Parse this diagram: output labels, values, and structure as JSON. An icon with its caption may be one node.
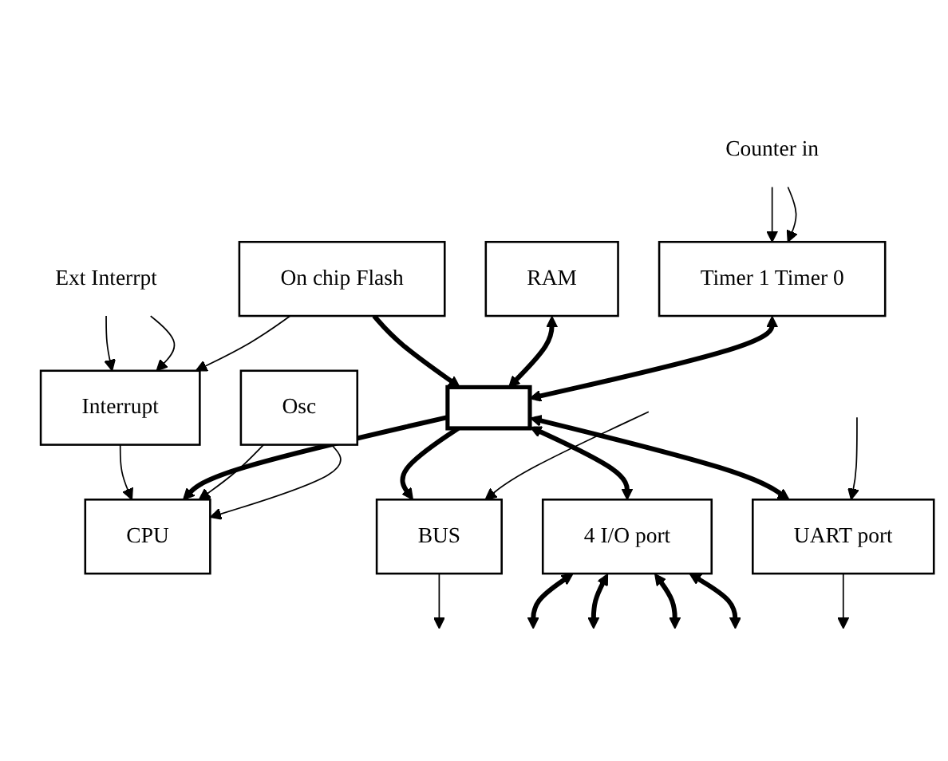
{
  "diagram": {
    "nodes": [
      {
        "text": [
          "Ext Interrpt"
        ]
      },
      {
        "text": [
          "Interrupt"
        ]
      },
      {
        "text": [
          "On chip Flash"
        ]
      },
      {
        "text": [
          "RAM"
        ]
      },
      {
        "text": [
          "Counter in"
        ]
      },
      {
        "text": [
          "Timer 1 Timer 0"
        ]
      },
      {
        "text": [
          "CPU"
        ]
      },
      {
        "text": [],
        "shape": "bar"
      },
      {
        "text": [
          "Osc"
        ]
      },
      {
        "text": [
          "BUS"
        ]
      },
      {
        "text": [
          "4 I/O port"
        ]
      },
      {
        "text": [
          "UART port"
        ]
      }
    ],
    "edges": [
      {
        "from": 0,
        "to": 1,
        "arrow": "to"
      },
      {
        "from": 0,
        "to": 1,
        "arrow": "to"
      },
      {
        "from": 4,
        "to": 5,
        "arrow": "to"
      },
      {
        "from": 4,
        "to": 5,
        "arrow": "to"
      },
      {
        "from": 2,
        "to": 1,
        "arrow": "to"
      },
      {
        "from": 1,
        "to": 6,
        "arrow": "to"
      },
      {
        "from": 2,
        "to": 7,
        "arrow": "to",
        "style": "thick"
      },
      {
        "from": 3,
        "to": 7,
        "arrow": "both",
        "style": "thick"
      },
      {
        "from": 5,
        "to": 7,
        "arrow": "both",
        "style": "thick"
      },
      {
        "from": 7,
        "to": 6,
        "arrow": "to",
        "style": "thick"
      },
      {
        "from": 8,
        "to": 6,
        "arrow": "to"
      },
      {
        "from": 8,
        "to": 6,
        "arrow": "to"
      },
      {
        "from": 7,
        "to": 9,
        "arrow": "to",
        "style": "thick"
      },
      {
        "from": 7,
        "to": 10,
        "arrow": "both",
        "style": "thick"
      },
      {
        "from": 7,
        "to": 11,
        "arrow": "both",
        "style": "thick"
      },
      {
        "from": 9,
        "to": null,
        "arrow": "to"
      },
      {
        "from": null,
        "to": 9,
        "arrow": "to"
      },
      {
        "from": 10,
        "to": null,
        "arrow": "both",
        "style": "thick"
      },
      {
        "from": 10,
        "to": null,
        "arrow": "both",
        "style": "thick"
      },
      {
        "from": 10,
        "to": null,
        "arrow": "both",
        "style": "thick"
      },
      {
        "from": 10,
        "to": null,
        "arrow": "both",
        "style": "thick"
      },
      {
        "from": 11,
        "to": null,
        "arrow": "to"
      },
      {
        "from": null,
        "to": 11,
        "arrow": "to"
      }
    ]
  }
}
